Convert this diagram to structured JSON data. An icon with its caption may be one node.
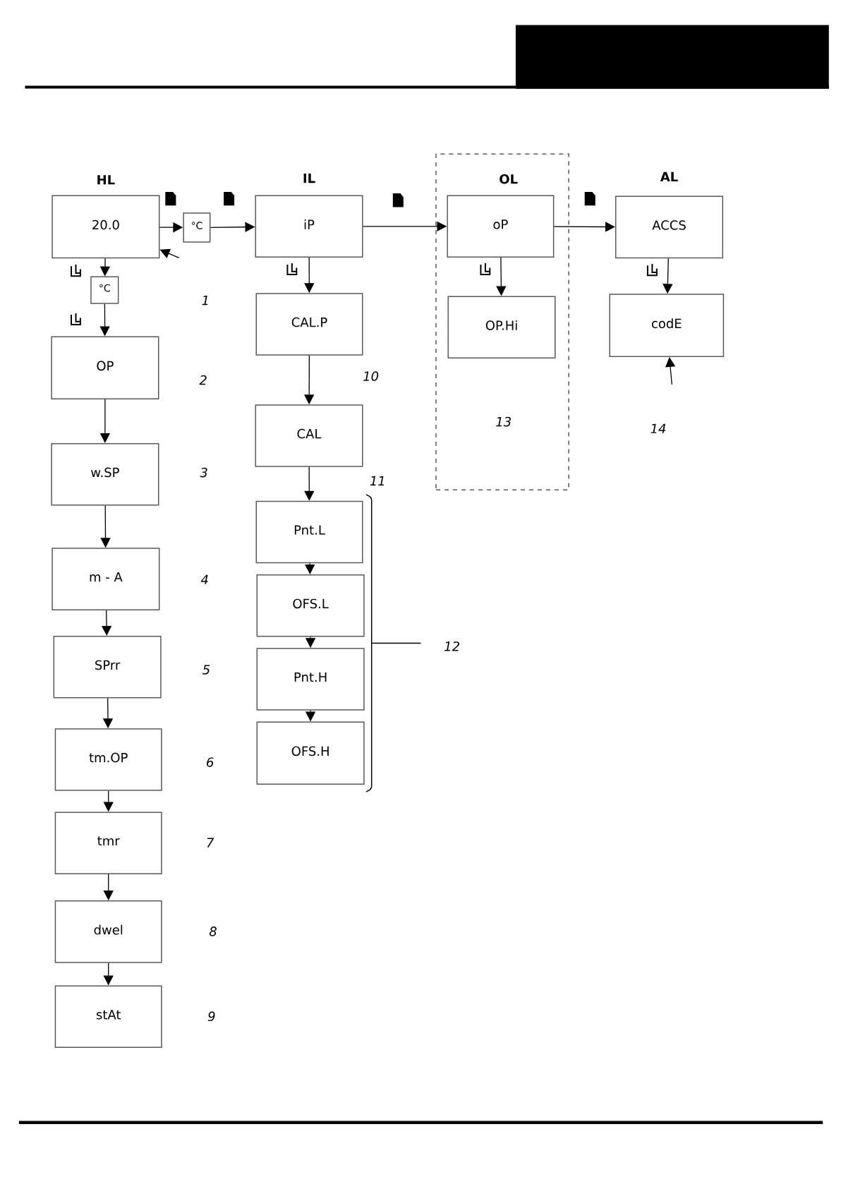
{
  "diagram": {
    "nodes": [
      {
        "text": [
          "HL",
          "20.0"
        ]
      },
      {
        "text": [
          "°C"
        ]
      },
      {
        "text": [
          "IL",
          "iP"
        ]
      },
      {
        "text": [
          "OL"
        ]
      },
      {
        "text": [
          "oP"
        ],
        "in": 3
      },
      {
        "text": [
          "AL",
          "ACCS"
        ]
      },
      {
        "text": [
          "°C"
        ]
      },
      {
        "text": [
          "CAL.P"
        ]
      },
      {
        "text": [
          "OP.Hi"
        ],
        "in": 3
      },
      {
        "text": [
          "codE"
        ]
      },
      {
        "text": [
          "OP"
        ]
      },
      {
        "text": [
          "w.SP"
        ]
      },
      {
        "text": [
          "m - A"
        ]
      },
      {
        "text": [
          "SPrr"
        ]
      },
      {
        "text": [
          "tm.OP"
        ]
      },
      {
        "text": [
          "tmr"
        ]
      },
      {
        "text": [
          "dwel"
        ]
      },
      {
        "text": [
          "stAt"
        ]
      },
      {
        "text": [
          "CAL"
        ]
      },
      {
        "text": [
          "Pnt.L"
        ]
      },
      {
        "text": [
          "OFS.L"
        ]
      },
      {
        "text": [
          "Pnt.H"
        ]
      },
      {
        "text": [
          "OFS.H"
        ]
      }
    ],
    "edges": [
      {
        "from": 0,
        "to": 1,
        "arrow": "to"
      },
      {
        "from": 1,
        "to": 2,
        "arrow": "to"
      },
      {
        "from": 2,
        "to": 4,
        "arrow": "to"
      },
      {
        "from": 4,
        "to": 5,
        "arrow": "to"
      },
      {
        "from": null,
        "to": 0,
        "arrow": "to"
      },
      {
        "from": 0,
        "to": 6,
        "arrow": "to"
      },
      {
        "from": 6,
        "to": 10,
        "arrow": "to"
      },
      {
        "from": 10,
        "to": 11,
        "arrow": "to"
      },
      {
        "from": 11,
        "to": 12,
        "arrow": "to"
      },
      {
        "from": 12,
        "to": 13,
        "arrow": "to"
      },
      {
        "from": 13,
        "to": 14,
        "arrow": "to"
      },
      {
        "from": 14,
        "to": 15,
        "arrow": "to"
      },
      {
        "from": 15,
        "to": 16,
        "arrow": "to"
      },
      {
        "from": 16,
        "to": 17,
        "arrow": "to"
      },
      {
        "from": 2,
        "to": 7,
        "arrow": "to"
      },
      {
        "from": 7,
        "to": 18,
        "arrow": "to"
      },
      {
        "from": 18,
        "to": 19,
        "arrow": "to"
      },
      {
        "from": 19,
        "to": 20,
        "arrow": "to"
      },
      {
        "from": 20,
        "to": 21,
        "arrow": "to"
      },
      {
        "from": 21,
        "to": 22,
        "arrow": "to"
      },
      {
        "from": 4,
        "to": 8,
        "arrow": "to"
      },
      {
        "from": 5,
        "to": 9,
        "arrow": "to"
      },
      {
        "from": null,
        "to": 9,
        "arrow": "to"
      }
    ],
    "labels": [
      "1",
      "2",
      "3",
      "4",
      "5",
      "6",
      "7",
      "8",
      "9",
      "10",
      "11",
      "12",
      "13",
      "14"
    ]
  }
}
